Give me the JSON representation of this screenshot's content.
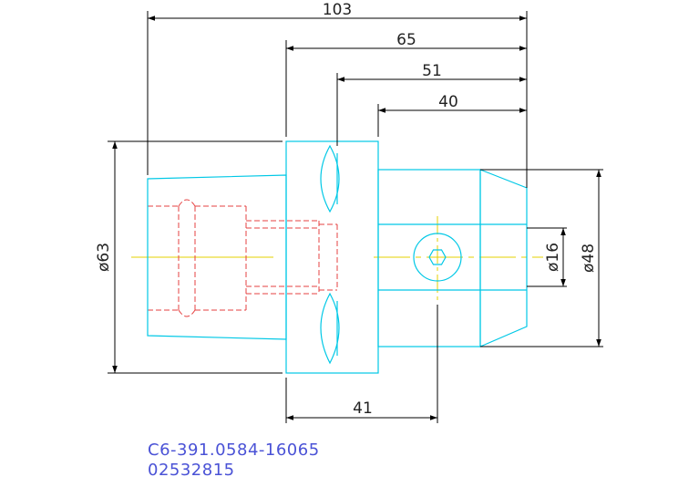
{
  "dimensions": {
    "d103": "103",
    "d65": "65",
    "d51": "51",
    "d40": "40",
    "d41": "41",
    "phi63": "ø63",
    "phi16": "ø16",
    "phi48": "ø48"
  },
  "part": {
    "code": "C6-391.0584-16065",
    "serial": "02532815"
  },
  "colors": {
    "outline": "#00c8e6",
    "hidden": "#e64040",
    "centerline": "#e6d000",
    "dimension": "#000000",
    "label": "#4a52d6"
  }
}
